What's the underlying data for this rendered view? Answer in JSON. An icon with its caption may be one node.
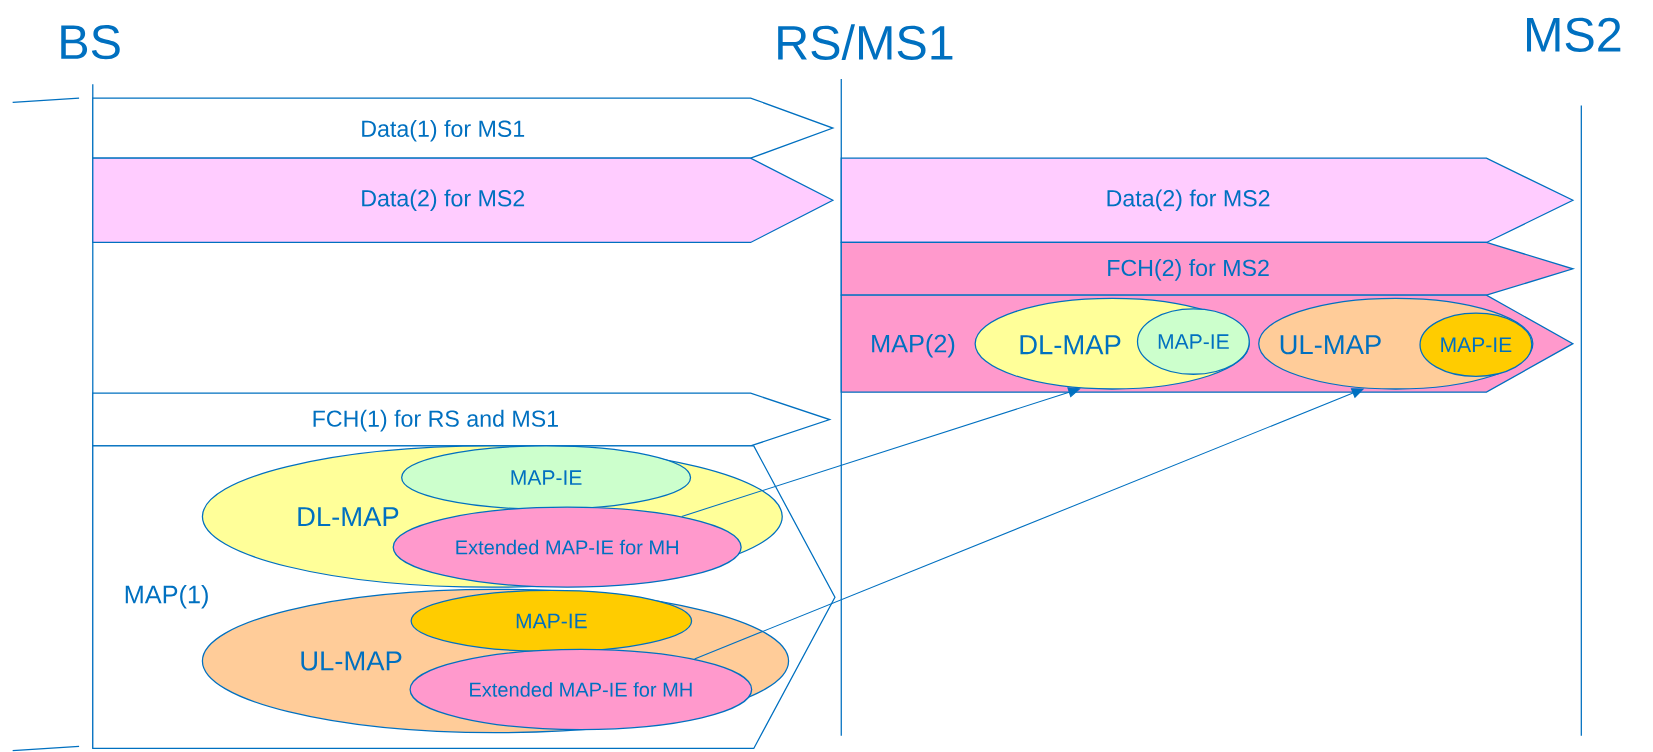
{
  "diagram": {
    "nodes": [
      {
        "text": [
          "Data(1) for MS1"
        ]
      },
      {
        "text": [
          "Data(2) for MS2"
        ]
      },
      {
        "text": [
          "Data(2) for MS2"
        ]
      },
      {
        "text": [
          "FCH(2) for MS2"
        ]
      },
      {
        "text": [
          "MAP(2)"
        ]
      },
      {
        "text": [
          "DL-MAP"
        ],
        "in": 4
      },
      {
        "text": [
          "MAP-IE"
        ],
        "in": 5
      },
      {
        "text": [
          "UL-MAP"
        ],
        "in": 4
      },
      {
        "text": [
          "MAP-IE"
        ],
        "in": 7
      },
      {
        "text": [
          "FCH(1) for RS and MS1"
        ]
      },
      {
        "text": [
          "MAP(1)"
        ]
      },
      {
        "text": [
          "DL-MAP"
        ],
        "in": 10
      },
      {
        "text": [
          "MAP-IE"
        ],
        "in": 11
      },
      {
        "text": [
          "Extended MAP-IE for MH"
        ],
        "in": 11
      },
      {
        "text": [
          "UL-MAP"
        ],
        "in": 10
      },
      {
        "text": [
          "MAP-IE"
        ],
        "in": 14
      },
      {
        "text": [
          "Extended MAP-IE for MH"
        ],
        "in": 14
      }
    ],
    "edges": [
      {
        "from": 13,
        "to": 5,
        "arrow": "to"
      },
      {
        "from": 16,
        "to": 7,
        "arrow": "to"
      }
    ],
    "labels": [
      "BS",
      "RS/MS1",
      "MS2"
    ]
  }
}
